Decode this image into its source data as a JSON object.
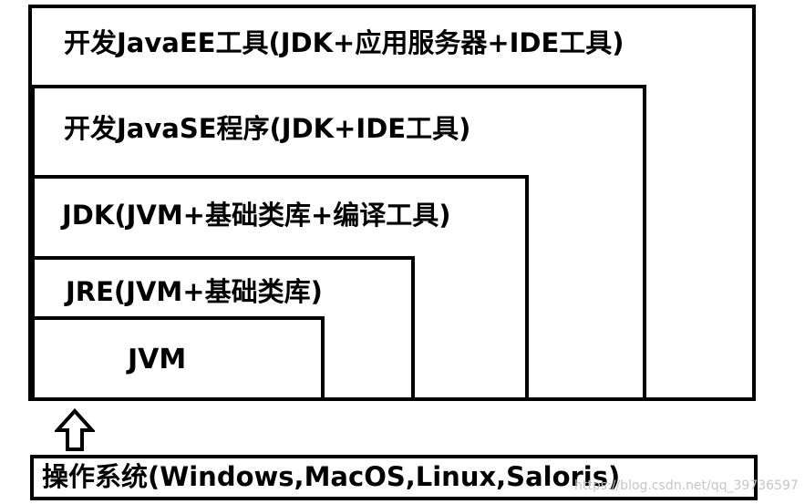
{
  "layers": [
    {
      "id": "ee",
      "label": "开发JavaEE工具(JDK+应用服务器+IDE工具)"
    },
    {
      "id": "se",
      "label": "开发JavaSE程序(JDK+IDE工具)"
    },
    {
      "id": "jdk",
      "label": "JDK(JVM+基础类库+编译工具)"
    },
    {
      "id": "jre",
      "label": "JRE(JVM+基础类库)"
    },
    {
      "id": "jvm",
      "label": "JVM"
    }
  ],
  "os_layer": {
    "label": "操作系统(Windows,MacOS,Linux,Saloris)"
  },
  "arrow_icon": "up-arrow-icon",
  "watermark": "https://blog.csdn.net/qq_39736597"
}
